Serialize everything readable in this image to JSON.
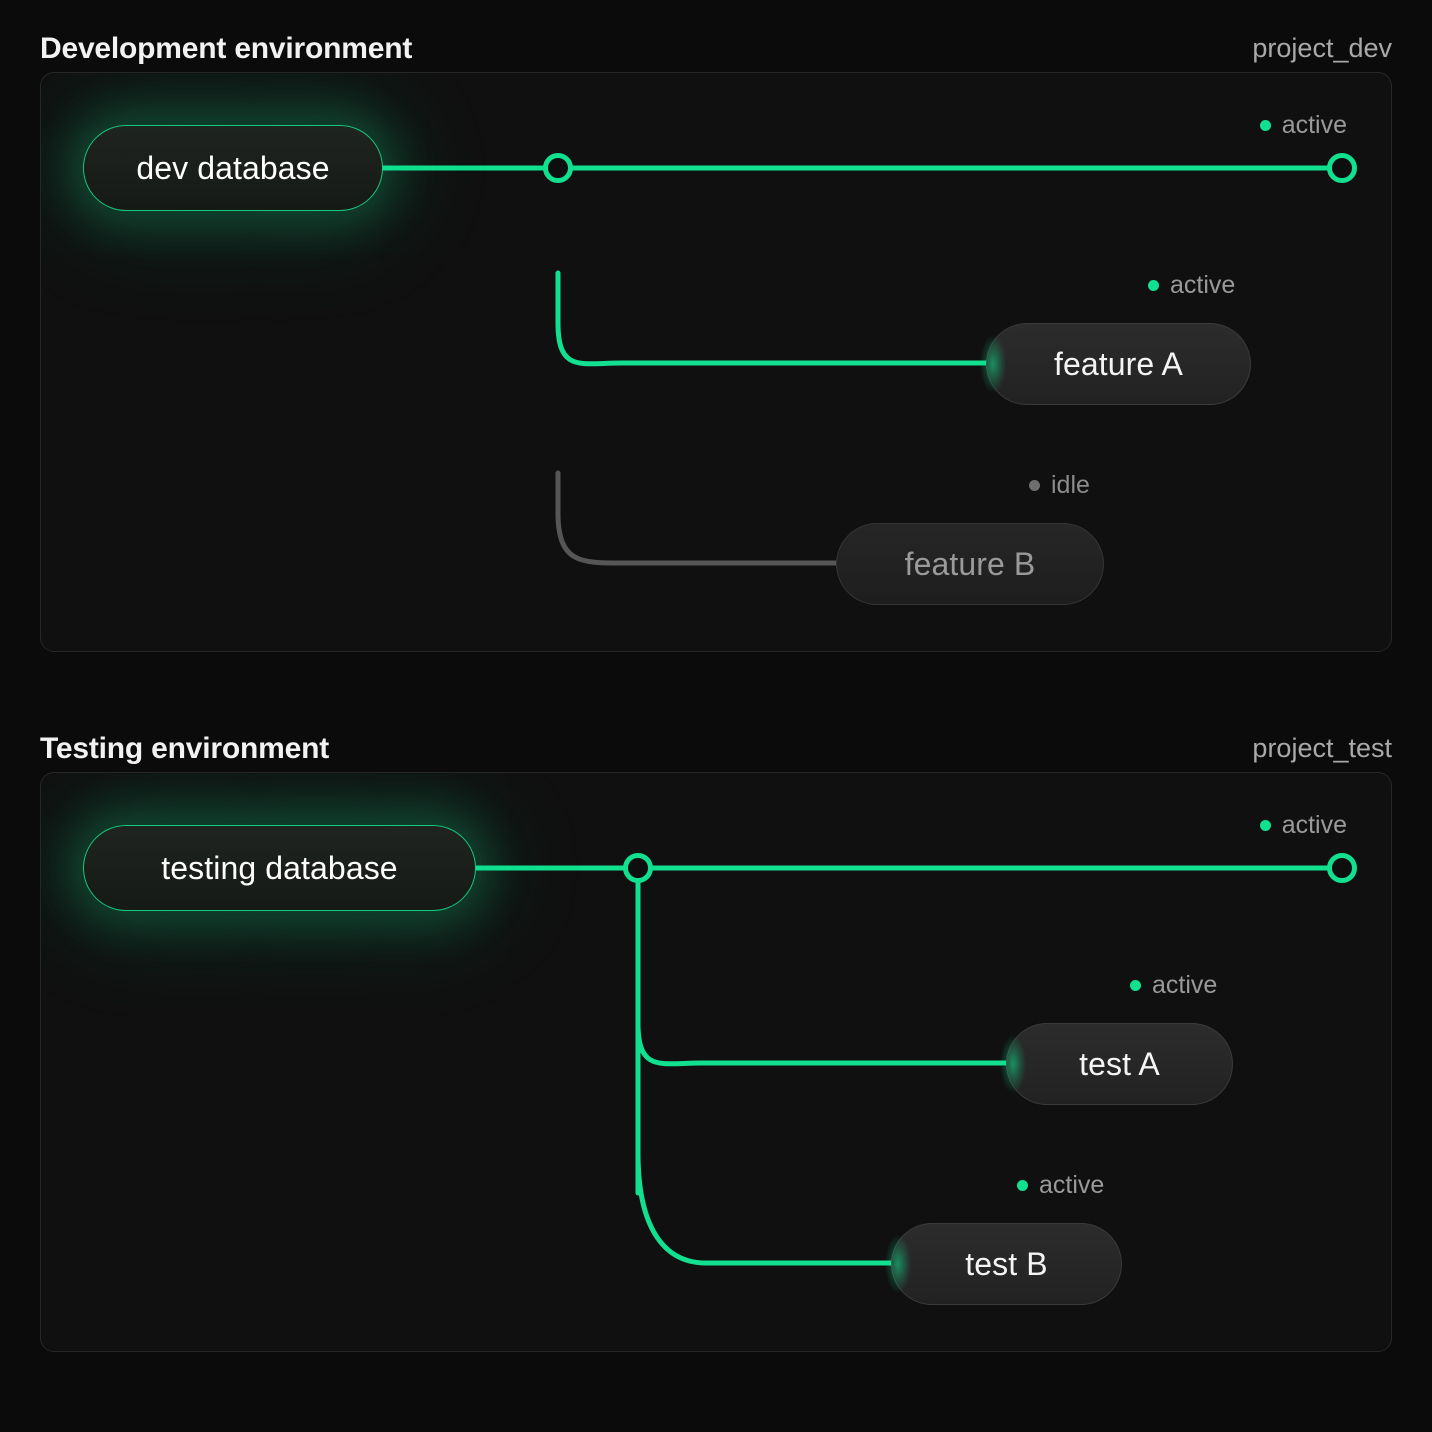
{
  "page": {
    "background": "#0b0b0b",
    "accent_green": "#10e090",
    "idle_gray": "#6e6e6e"
  },
  "sections": [
    {
      "id": "dev",
      "title": "Development environment",
      "project": "project_dev",
      "database": {
        "label": "dev database",
        "status": "active"
      },
      "trunk_status": "active",
      "endpoint": {
        "status": "active",
        "status_label": "active"
      },
      "branches": [
        {
          "label": "feature A",
          "status": "active",
          "status_label": "active"
        },
        {
          "label": "feature B",
          "status": "idle",
          "status_label": "idle"
        }
      ]
    },
    {
      "id": "test",
      "title": "Testing environment",
      "project": "project_test",
      "database": {
        "label": "testing database",
        "status": "active"
      },
      "trunk_status": "active",
      "endpoint": {
        "status": "active",
        "status_label": "active"
      },
      "branches": [
        {
          "label": "test A",
          "status": "active",
          "status_label": "active"
        },
        {
          "label": "test B",
          "status": "active",
          "status_label": "active"
        }
      ]
    }
  ]
}
